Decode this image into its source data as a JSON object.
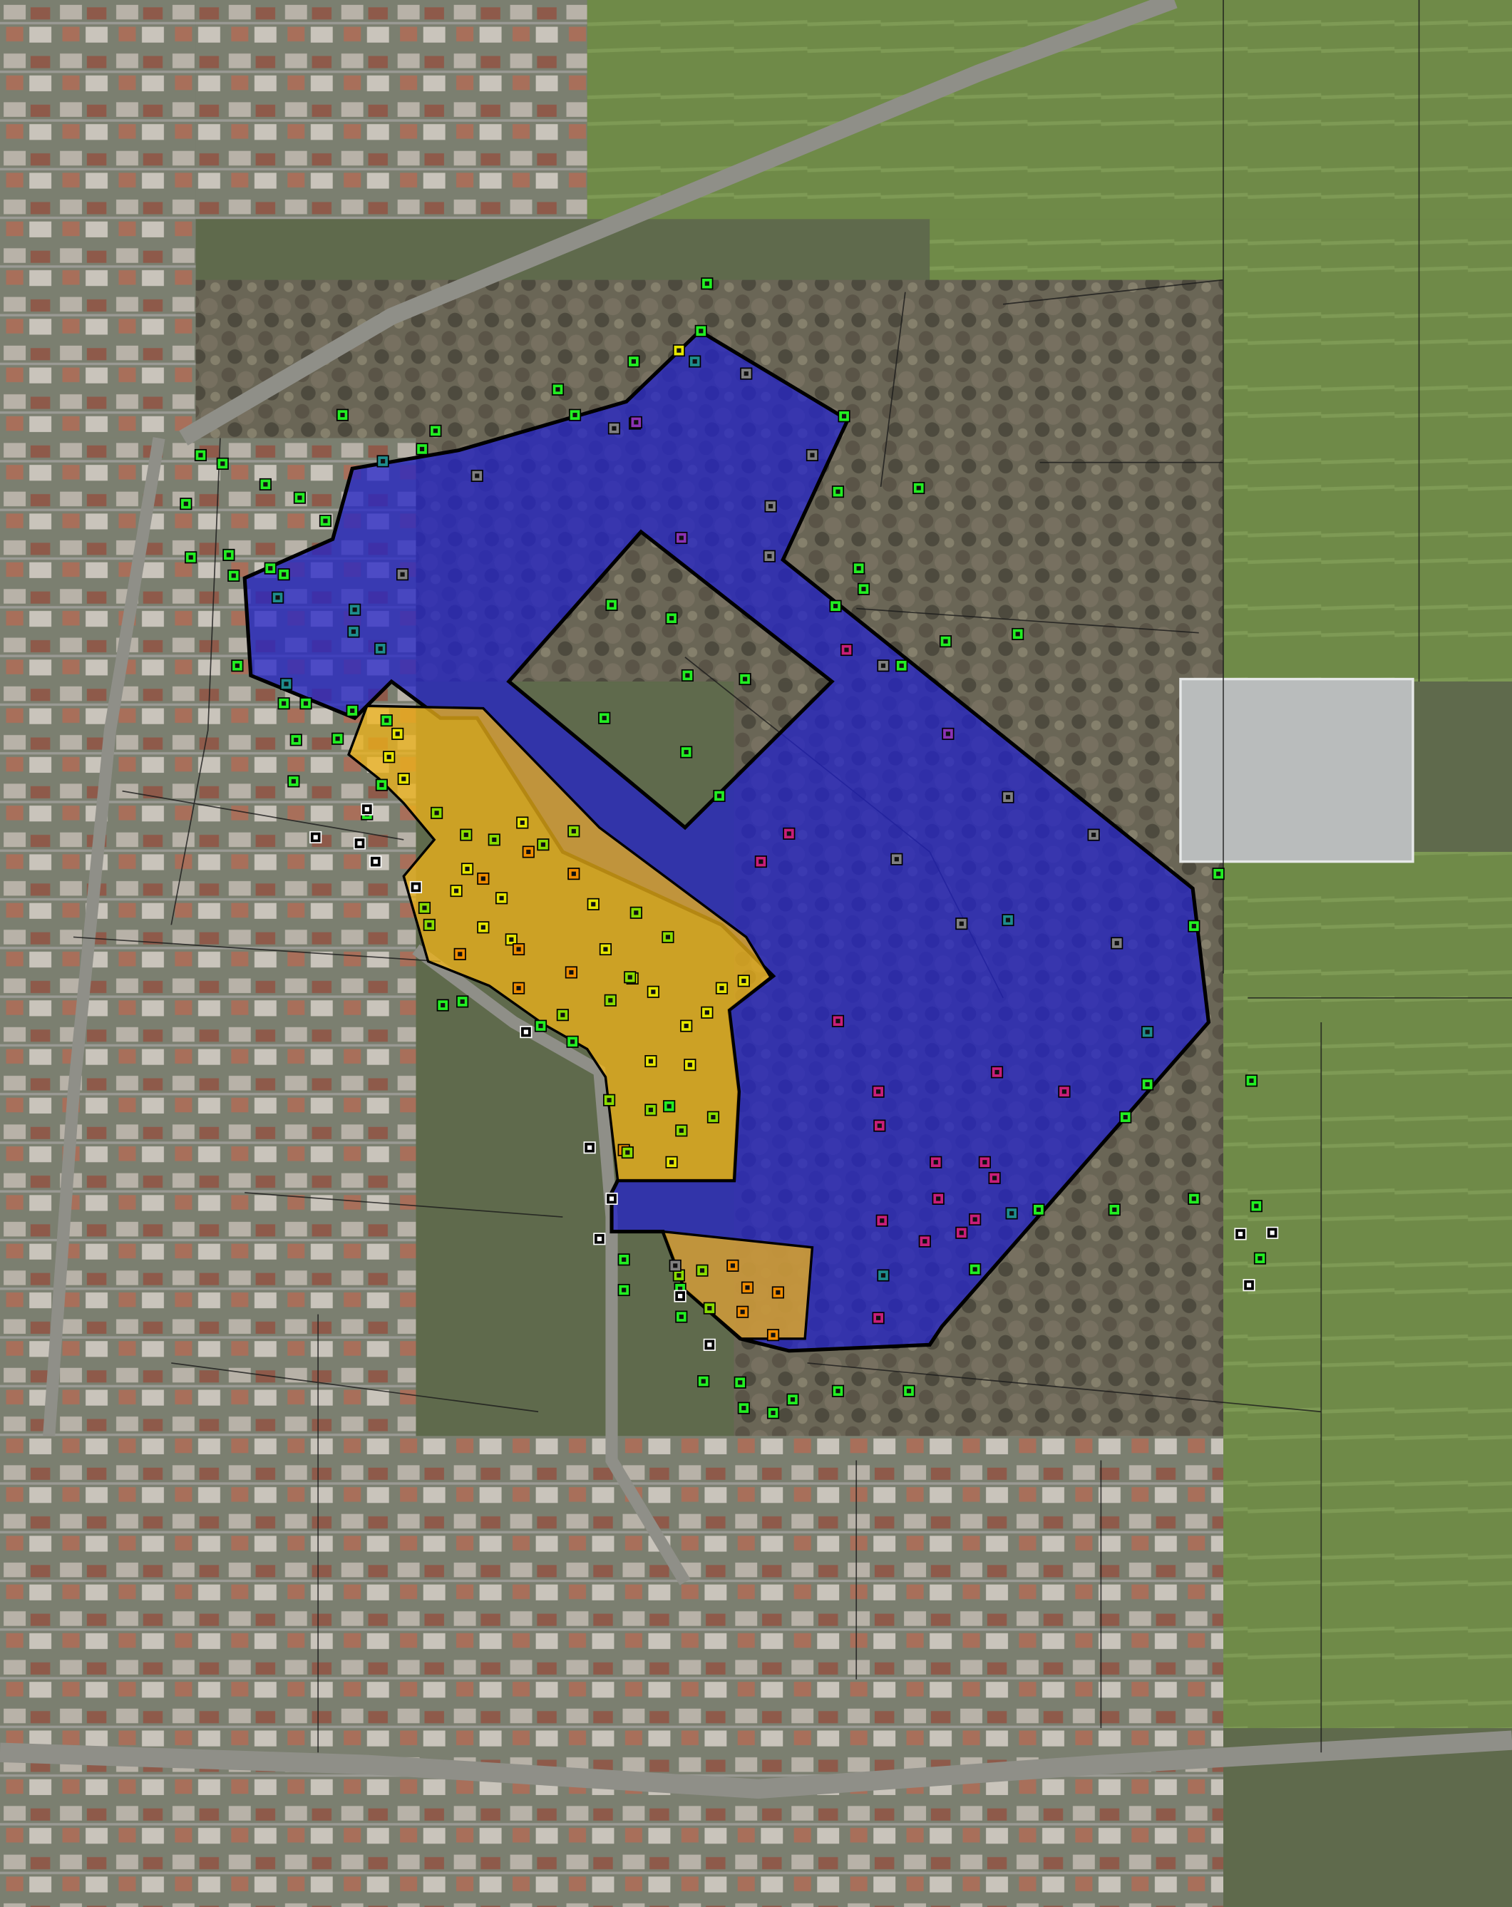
{
  "map": {
    "basemap": "aerial-photo",
    "colors": {
      "study_area_blue": "#2323c8",
      "study_area_yellow": "#f0b418",
      "outline": "#000000",
      "parcel_lines": "#1a1a1a",
      "marker_green": "#22ee22",
      "marker_yellow": "#e6e600",
      "marker_orange": "#f08c00",
      "marker_lime": "#88dd00",
      "marker_gray": "#808080",
      "marker_teal": "#1e8c8c",
      "marker_magenta": "#c81e78",
      "marker_purple": "#8c32b4",
      "marker_black": "#000000"
    },
    "layers": [
      "aerial-imagery",
      "cadastral-parcel-lines",
      "study-area-polygon-blue",
      "study-area-polygon-yellow",
      "observation-point-markers"
    ],
    "marker_icon": "square-point-marker-icon"
  }
}
